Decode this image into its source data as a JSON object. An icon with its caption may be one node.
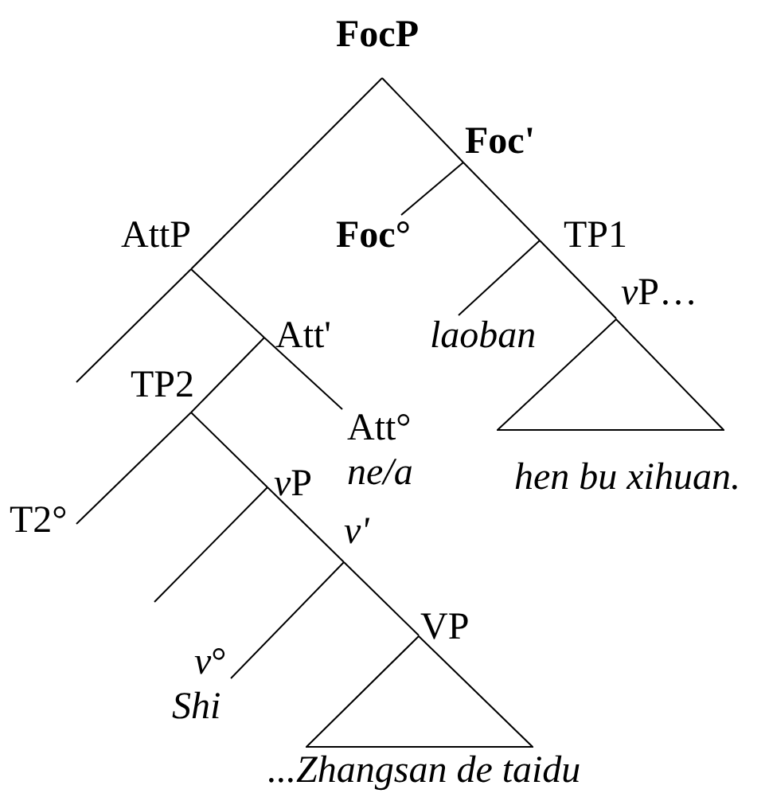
{
  "diagram": {
    "nodes": [
      {
        "text": [
          "FocP"
        ]
      },
      {
        "text": [
          "Foc'"
        ]
      },
      {
        "text": [
          "AttP"
        ]
      },
      {
        "text": [
          "Foc°"
        ]
      },
      {
        "text": [
          "TP1"
        ]
      },
      {
        "text": [
          "vP…"
        ]
      },
      {
        "text": [
          "laoban"
        ]
      },
      {
        "text": [
          "Att'"
        ]
      },
      {
        "text": [
          "TP2"
        ]
      },
      {
        "text": [
          "Att°",
          "ne/a"
        ]
      },
      {
        "text": [
          "hen bu xihuan."
        ]
      },
      {
        "text": [
          "vP"
        ]
      },
      {
        "text": [
          "T2°"
        ]
      },
      {
        "text": [
          "v'"
        ]
      },
      {
        "text": [
          "VP"
        ]
      },
      {
        "text": [
          "v°",
          "Shi"
        ]
      },
      {
        "text": [
          "...Zhangsan de taidu"
        ]
      }
    ],
    "edges": [
      {
        "from": 0,
        "to": 2,
        "arrow": "none"
      },
      {
        "from": 0,
        "to": 1,
        "arrow": "none"
      },
      {
        "from": 2,
        "to": null,
        "arrow": "none"
      },
      {
        "from": 2,
        "to": 7,
        "arrow": "none"
      },
      {
        "from": 1,
        "to": 3,
        "arrow": "none"
      },
      {
        "from": 1,
        "to": 4,
        "arrow": "none"
      },
      {
        "from": 4,
        "to": 6,
        "arrow": "none"
      },
      {
        "from": 4,
        "to": 5,
        "arrow": "none"
      },
      {
        "from": 7,
        "to": 8,
        "arrow": "none"
      },
      {
        "from": 7,
        "to": 9,
        "arrow": "none"
      },
      {
        "from": 8,
        "to": 12,
        "arrow": "none"
      },
      {
        "from": 8,
        "to": 11,
        "arrow": "none"
      },
      {
        "from": 11,
        "to": null,
        "arrow": "none"
      },
      {
        "from": 11,
        "to": 13,
        "arrow": "none"
      },
      {
        "from": 13,
        "to": 15,
        "arrow": "none"
      },
      {
        "from": 13,
        "to": 14,
        "arrow": "none"
      }
    ]
  }
}
